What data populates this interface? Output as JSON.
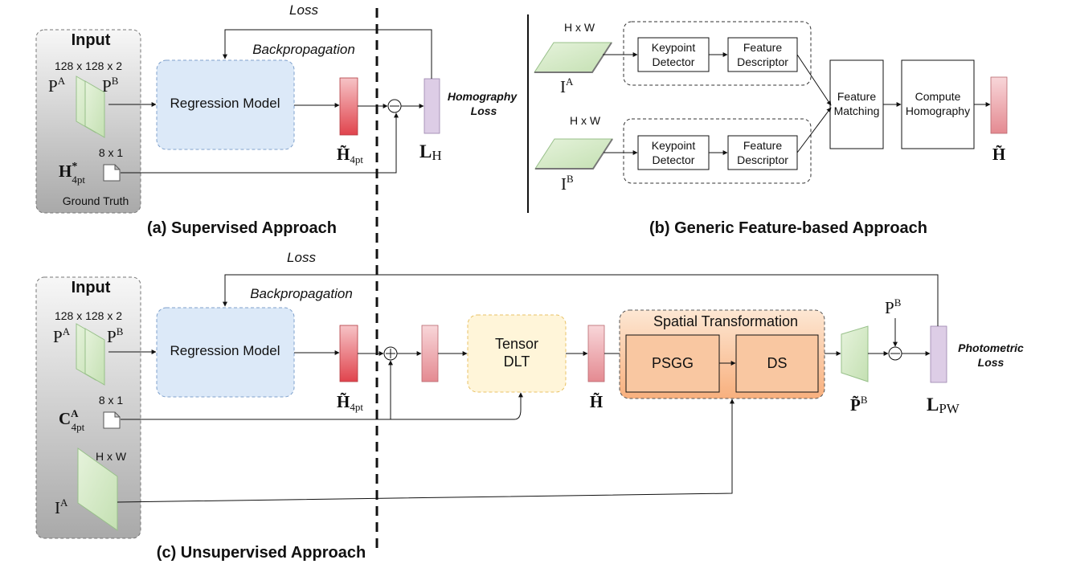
{
  "panel_a": {
    "caption": "(a) Supervised Approach",
    "input_title": "Input",
    "input_size": "128 x 128 x 2",
    "patch_a": "P",
    "patch_a_sup": "A",
    "patch_b": "P",
    "patch_b_sup": "B",
    "gt_size": "8 x 1",
    "gt_symbol": "H",
    "gt_star": "*",
    "gt_sub": "4pt",
    "gt_label": "Ground Truth",
    "regression_model": "Regression Model",
    "output_symbol": "H̃",
    "output_sub": "4pt",
    "loss_label": "Loss",
    "backprop_label": "Backpropagation",
    "loss_box_symbol": "L",
    "loss_box_sub": "H",
    "homography_loss": [
      "Homography",
      "Loss"
    ]
  },
  "panel_b": {
    "caption": "(b) Generic Feature-based Approach",
    "image_size_a": "H x W",
    "image_size_b": "H x W",
    "image_a": "I",
    "image_a_sup": "A",
    "image_b": "I",
    "image_b_sup": "B",
    "keypoint_detector": [
      "Keypoint",
      "Detector"
    ],
    "feature_descriptor": [
      "Feature",
      "Descriptor"
    ],
    "feature_matching": [
      "Feature",
      "Matching"
    ],
    "compute_homography": [
      "Compute",
      "Homography"
    ],
    "output_symbol": "H̃"
  },
  "panel_c": {
    "caption": "(c) Unsupervised Approach",
    "input_title": "Input",
    "input_size": "128 x 128 x 2",
    "patch_a": "P",
    "patch_a_sup": "A",
    "patch_b": "P",
    "patch_b_sup": "B",
    "corner_size": "8 x 1",
    "corner_symbol": "C",
    "corner_sup": "A",
    "corner_sub": "4pt",
    "image_size": "H x W",
    "image_symbol": "I",
    "image_sup": "A",
    "regression_model": "Regression Model",
    "h4pt_symbol": "H̃",
    "h4pt_sub": "4pt",
    "tensor_dlt": [
      "Tensor",
      "DLT"
    ],
    "h_symbol": "H̃",
    "spatial_transformation": "Spatial Transformation",
    "psgg": "PSGG",
    "ds": "DS",
    "warped_symbol": "P̃",
    "warped_sup": "B",
    "pb_symbol": "P",
    "pb_sup": "B",
    "loss_label": "Loss",
    "backprop_label": "Backpropagation",
    "loss_box_symbol": "L",
    "loss_box_sub": "PW",
    "photometric_loss": [
      "Photometric",
      "Loss"
    ]
  },
  "colors": {
    "input_panel_top": "#f7f7f7",
    "input_panel_bottom": "#a9a9a9",
    "regression_fill": "#dce9f8",
    "regression_stroke": "#7fa1cc",
    "red_block_top": "#f6c3c6",
    "red_block_bottom": "#e0444d",
    "pink_block": "#f4bfc3",
    "purple_block": "#ddcde6",
    "green_patch": "#d5ebc8",
    "green_stroke": "#98c08a",
    "tensor_fill": "#fff5d9",
    "tensor_stroke": "#e8c266",
    "spatial_top": "#fde7d3",
    "spatial_bottom": "#f8b07e",
    "psgg_fill": "#f9c7a1"
  }
}
